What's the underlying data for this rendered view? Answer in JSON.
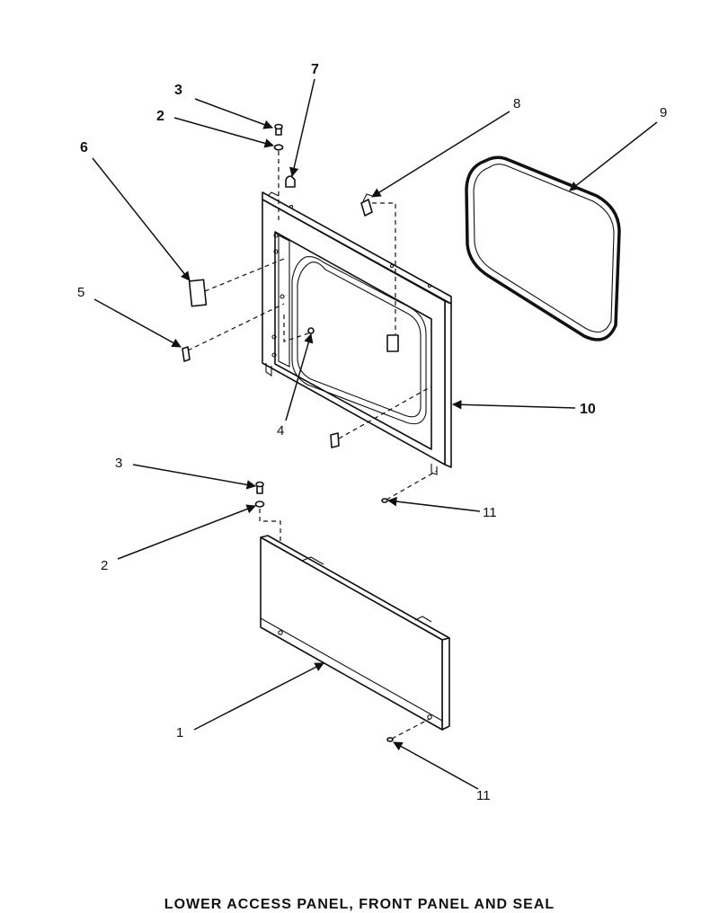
{
  "title": "LOWER ACCESS PANEL, FRONT PANEL AND SEAL",
  "callouts": [
    {
      "num": "3"
    },
    {
      "num": "2"
    },
    {
      "num": "7"
    },
    {
      "num": "6"
    },
    {
      "num": "5"
    },
    {
      "num": "8"
    },
    {
      "num": "9"
    },
    {
      "num": "4"
    },
    {
      "num": "10"
    },
    {
      "num": "3"
    },
    {
      "num": "2"
    },
    {
      "num": "11"
    },
    {
      "num": "1"
    },
    {
      "num": "11"
    }
  ]
}
